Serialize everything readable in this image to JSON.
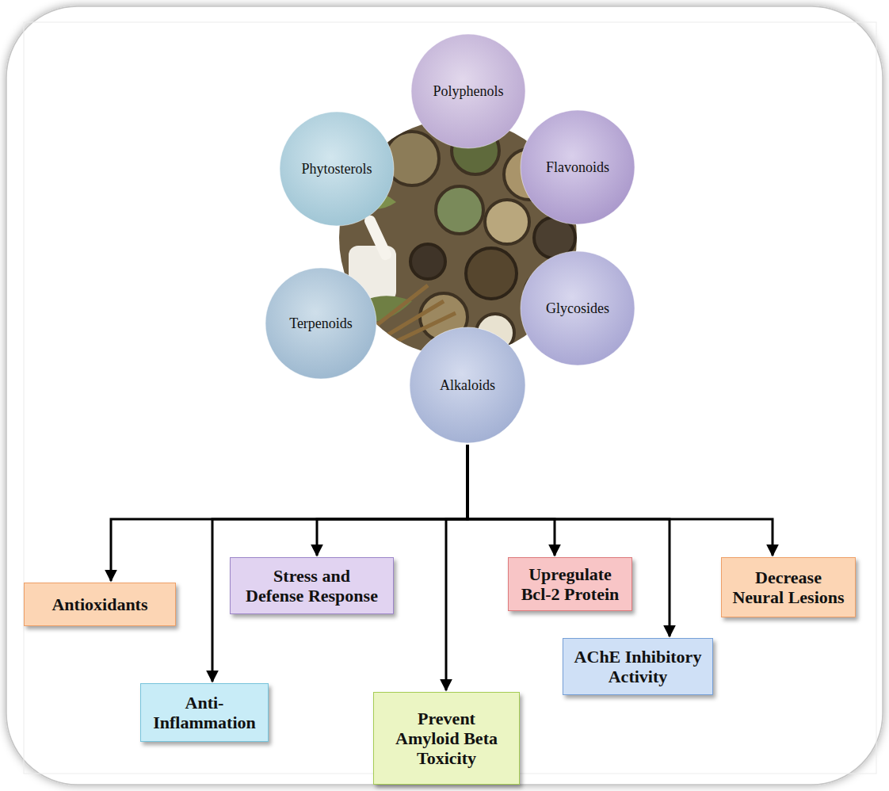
{
  "diagram": {
    "nodes": [
      {
        "text": [
          "Polyphenols"
        ]
      },
      {
        "text": [
          "Phytosterols"
        ]
      },
      {
        "text": [
          "Flavonoids"
        ]
      },
      {
        "text": [
          "Terpenoids"
        ]
      },
      {
        "text": [
          "Glycosides"
        ]
      },
      {
        "text": [
          "Alkaloids"
        ]
      },
      {
        "text": [
          "Antioxidants"
        ]
      },
      {
        "text": [
          "Stress and Defense Response"
        ]
      },
      {
        "text": [
          "Upregulate Bcl-2 Protein"
        ]
      },
      {
        "text": [
          "Decrease Neural Lesions"
        ]
      },
      {
        "text": [
          "Anti- Inflammation"
        ]
      },
      {
        "text": [
          "Prevent Amyloid Beta Toxicity"
        ]
      },
      {
        "text": [
          "AChE Inhibitory Activity"
        ]
      }
    ],
    "edges": [
      {
        "from": 5,
        "to": 6,
        "arrow": "to"
      },
      {
        "from": 5,
        "to": 10,
        "arrow": "to"
      },
      {
        "from": 5,
        "to": 7,
        "arrow": "to"
      },
      {
        "from": 5,
        "to": 11,
        "arrow": "to"
      },
      {
        "from": 5,
        "to": 8,
        "arrow": "to"
      },
      {
        "from": 5,
        "to": 12,
        "arrow": "to"
      },
      {
        "from": 5,
        "to": 9,
        "arrow": "to"
      }
    ]
  }
}
